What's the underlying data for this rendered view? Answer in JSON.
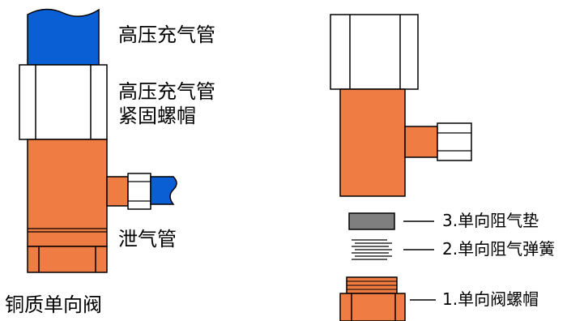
{
  "labels": {
    "high_pressure_pipe": "高压充气管",
    "nut_line1": "高压充气管",
    "nut_line2": "紧固螺帽",
    "vent_pipe": "泄气管",
    "copper_valve": "铜质单向阀",
    "part_3": "3.单向阻气垫",
    "part_2": "2.单向阻气弹簧",
    "part_1": "1.单向阀螺帽"
  },
  "colors": {
    "copper": "#ef7d43",
    "pipe_blue": "#0a5fd4",
    "nut_white": "#ffffff",
    "gasket_gray": "#7f7f7f",
    "outline": "#000000"
  }
}
